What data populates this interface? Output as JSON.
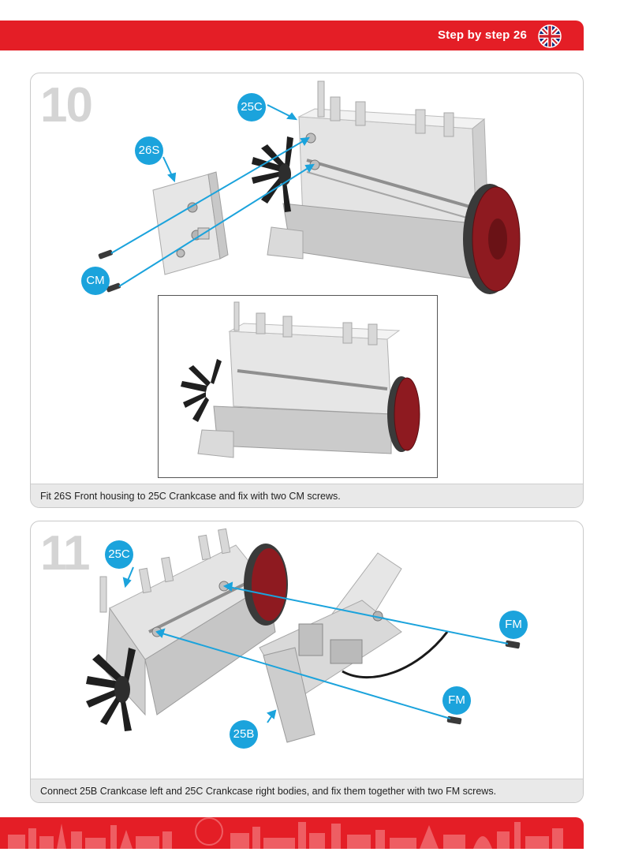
{
  "header": {
    "title": "Step by step 26",
    "flag_icon": "uk-flag-icon",
    "brand_color": "#e41e26"
  },
  "steps": [
    {
      "number": "10",
      "labels": {
        "front_housing": "26S",
        "crankcase": "25C",
        "screws": "CM"
      },
      "caption": "Fit 26S Front housing to 25C Crankcase and fix with two CM screws."
    },
    {
      "number": "11",
      "labels": {
        "crankcase_right": "25C",
        "crankcase_left": "25B",
        "screw_top": "FM",
        "screw_bottom": "FM"
      },
      "caption": "Connect 25B Crankcase left and 25C Crankcase right bodies, and fix them together with two FM screws."
    }
  ],
  "colors": {
    "callout_blue": "#1ba3dc",
    "flywheel_red": "#8e1a20",
    "caption_bg": "#e9e9e9"
  }
}
